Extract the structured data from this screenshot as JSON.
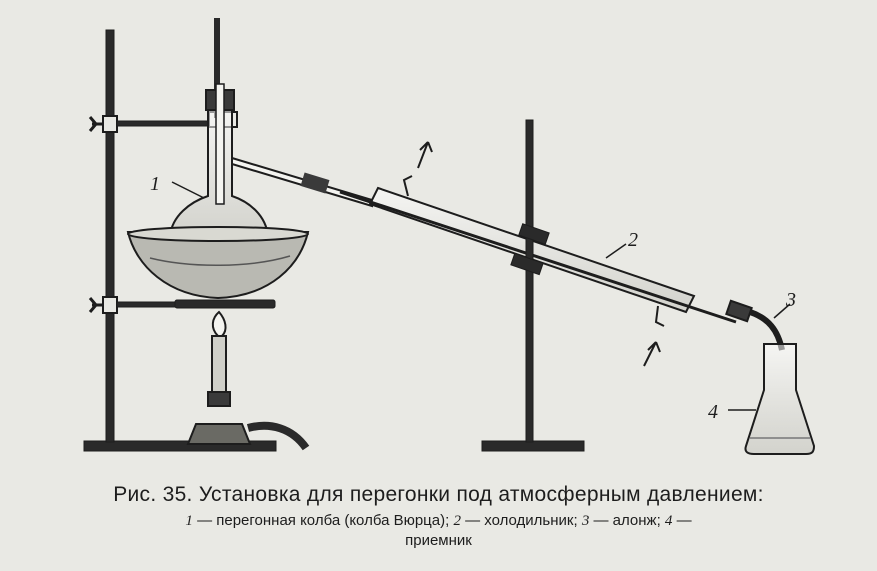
{
  "caption": {
    "title": "Рис. 35. Установка для перегонки под атмосферным давлением:",
    "legend": [
      {
        "num": "1",
        "text": " — перегонная колба (колба Вюрца); "
      },
      {
        "num": "2",
        "text": " — холодильник; "
      },
      {
        "num": "3",
        "text": " — алонж; "
      },
      {
        "num": "4",
        "text": " —"
      }
    ],
    "legend_tail": "приемник"
  },
  "labels": {
    "flask": "1",
    "condenser": "2",
    "adapter": "3",
    "receiver": "4"
  }
}
